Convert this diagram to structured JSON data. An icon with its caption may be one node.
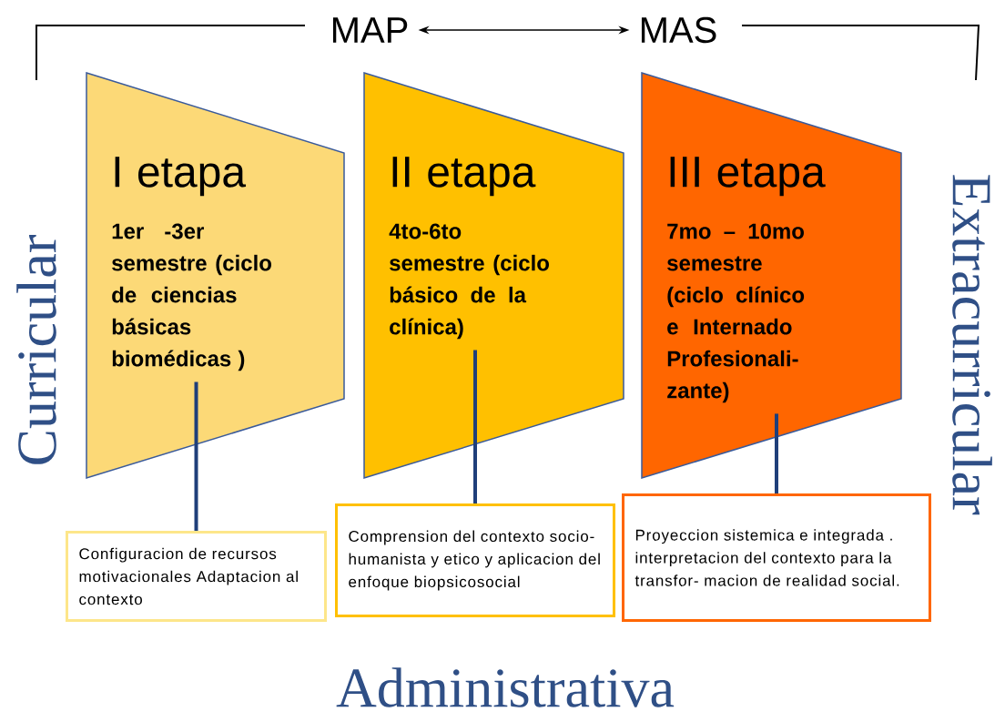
{
  "diagram": {
    "nodes": [
      {
        "text": [
          "MAP"
        ]
      },
      {
        "text": [
          "MAS"
        ]
      },
      {
        "text": [
          "I etapa",
          "1er -3er semestre (ciclo de ciencias básicas biomédicas )"
        ]
      },
      {
        "text": [
          "II etapa",
          "4to-6to semestre (ciclo básico de la clínica)"
        ]
      },
      {
        "text": [
          "III etapa",
          "7mo – 10mo semestre (ciclo clínico e Internado Profesionali- zante)"
        ]
      },
      {
        "text": [
          "Configuracion de recursos motivacionales Adaptacion al contexto"
        ]
      },
      {
        "text": [
          "Comprension del contexto socio- humanista y etico y aplicacion del enfoque biopsicosocial"
        ]
      },
      {
        "text": [
          "Proyeccion sistemica e integrada . interpretacion del contexto para la transfor- macion de realidad social."
        ]
      }
    ],
    "edges": [
      {
        "from": 0,
        "to": 1,
        "arrow": "both",
        "color": "#000000"
      },
      {
        "from": 2,
        "to": 5,
        "arrow": "none"
      },
      {
        "from": 3,
        "to": 6,
        "arrow": "none"
      },
      {
        "from": 4,
        "to": 7,
        "arrow": "none"
      }
    ],
    "labels": [
      "Curricular",
      "Extracurricular",
      "Administrativa"
    ]
  }
}
